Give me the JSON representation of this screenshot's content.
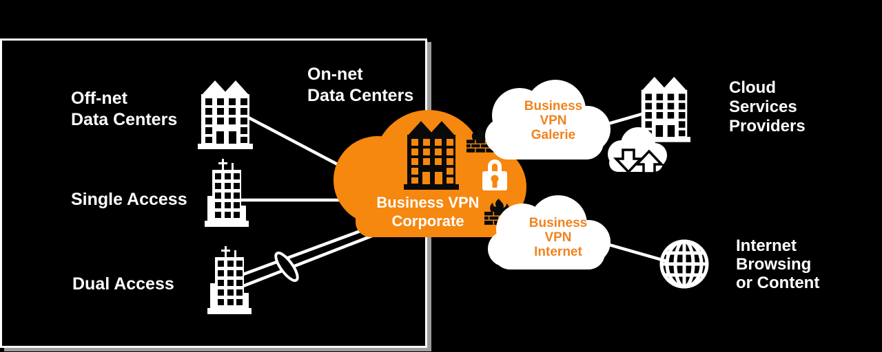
{
  "colors": {
    "background": "#000000",
    "orange": "#F6870F",
    "orange_text": "#F0831F",
    "white": "#ffffff",
    "black_icon": "#0a0a0a",
    "panel_border": "#ffffff",
    "panel_shadow": "#9c9c9c"
  },
  "left_panel": {
    "off_net_label": "Off-net\nData Centers",
    "on_net_label": "On-net\nData Centers",
    "single_access_label": "Single Access",
    "dual_access_label": "Dual Access"
  },
  "center_cloud": {
    "label": "Business VPN\nCorporate"
  },
  "right_section": {
    "galerie_cloud_label": "Business\nVPN\nGalerie",
    "internet_cloud_label": "Business\nVPN\nInternet",
    "cloud_services_label": "Cloud\nServices\nProviders",
    "internet_browsing_label": "Internet\nBrowsing\nor Content"
  },
  "icons": {
    "off_net_building": "building-icon",
    "single_access_building": "building-icon",
    "dual_access_building": "building-icon",
    "corporate_building": "building-icon",
    "cloud_services_building": "building-icon",
    "firewall_top": "firewall-flame-icon",
    "firewall_bottom": "firewall-flame-icon",
    "lock": "padlock-icon",
    "cloud_transfer": "cloud-upload-download-icon",
    "globe": "globe-icon",
    "dual_link_loop": "link-bundle-loop-icon"
  }
}
